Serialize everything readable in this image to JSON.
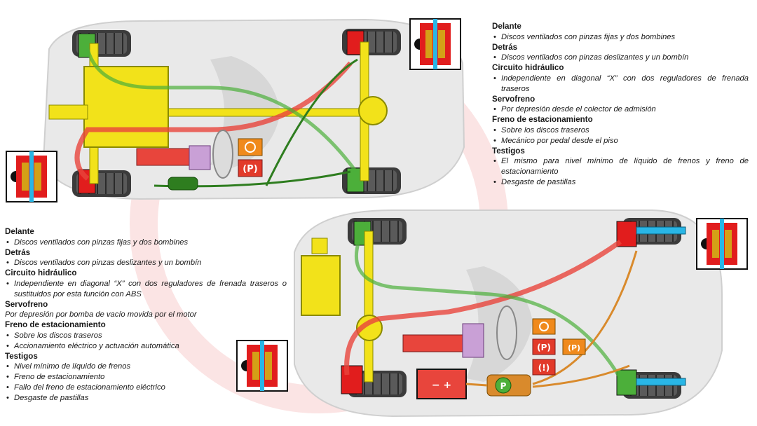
{
  "colors": {
    "hydraulic_red": "#e8453c",
    "vacuum_green": "#4caf3a",
    "engine_yellow": "#f2e21a",
    "cable_orange": "#d98a2c",
    "disc_blue": "#29b6e6",
    "caliper_red": "#e11d1d",
    "pad_gold": "#d4a017",
    "warning_orange": "#f08a1c",
    "warning_red": "#e23a2a"
  },
  "top_vehicle": {
    "name": "front-engine car, hydraulic brakes with mechanical parking brake",
    "icons": [
      "brake-wear-warning-icon",
      "parking-brake-warning-icon"
    ]
  },
  "bottom_vehicle": {
    "name": "front-engine car, electric parking brake",
    "icons": [
      "brake-wear-warning-icon",
      "electric-parking-brake-icon",
      "epb-fault-icon",
      "brake-fluid-warning-icon",
      "battery-icon",
      "epb-control-unit-icon"
    ],
    "control_unit_label": "P",
    "battery_symbols": "− +"
  },
  "spec_top": {
    "front_title": "Delante",
    "front_1": "Discos ventilados con pinzas fijas y dos bombines",
    "rear_title": "Detrás",
    "rear_1": "Discos ventilados con pinzas deslizantes y un bombín",
    "circuit_title": "Circuito hidráulico",
    "circuit_1": "Independiente en diagonal “X” con dos reguladores de frenada traseros",
    "servo_title": "Servofreno",
    "servo_1": "Por depresión desde el colector de admisión",
    "parking_title": "Freno de estacionamiento",
    "parking_1": "Sobre los discos traseros",
    "parking_2": "Mecánico por pedal desde el piso",
    "lamps_title": "Testigos",
    "lamps_1": "El mismo para nivel mínimo de líquido de frenos y freno de estacionamiento",
    "lamps_2": "Desgaste de pastillas"
  },
  "spec_bottom": {
    "front_title": "Delante",
    "front_1": "Discos ventilados con pinzas fijas y dos bombines",
    "rear_title": "Detrás",
    "rear_1": "Discos ventilados con pinzas deslizantes y un bombín",
    "circuit_title": "Circuito hidráulico",
    "circuit_1": "Independiente en diagonal “X” con dos reguladores de frenada traseros o  sustituidos por esta función con ABS",
    "servo_title": "Servofreno",
    "servo_1": "Por depresión por bomba de vacío movida por el motor",
    "parking_title": "Freno de estacionamiento",
    "parking_1": "Sobre los discos traseros",
    "parking_2": "Accionamiento eléctrico y actuación automática",
    "lamps_title": "Testigos",
    "lamps_1": "Nivel mínimo de líquido de frenos",
    "lamps_2": "Freno de estacionamiento",
    "lamps_3": "Fallo del freno de estacionamiento eléctrico",
    "lamps_4": "Desgaste de pastillas"
  }
}
